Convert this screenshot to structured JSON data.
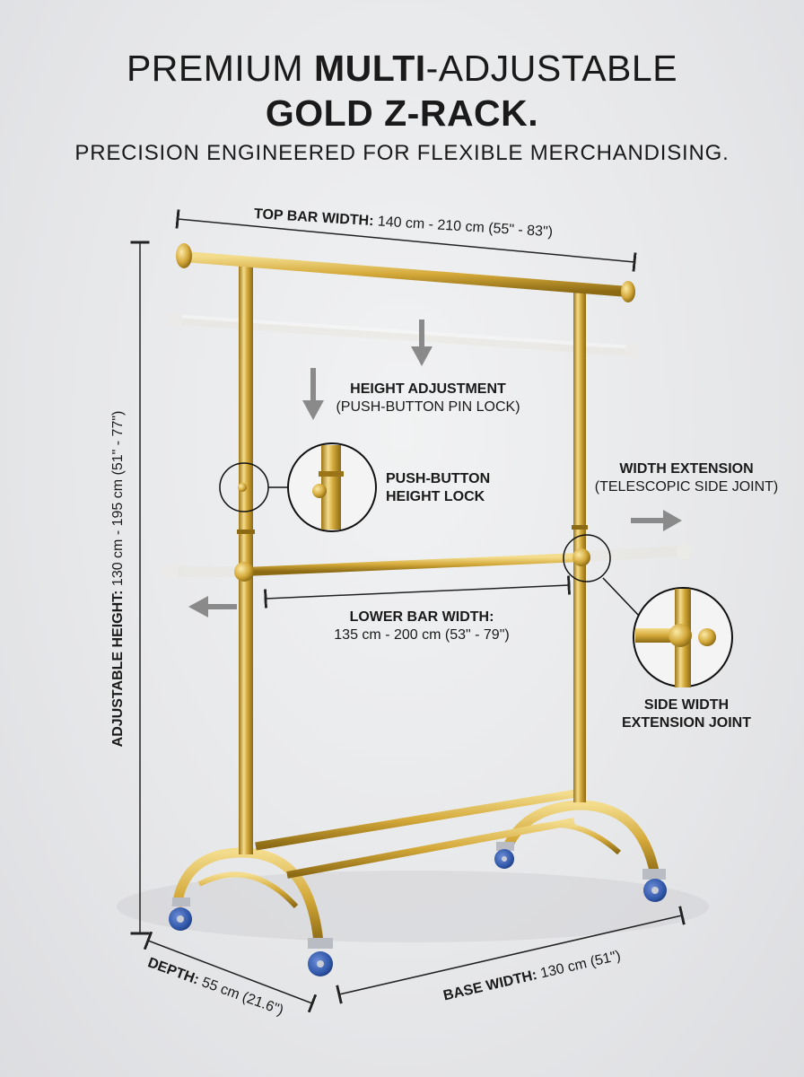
{
  "title": {
    "line1_prefix": "PREMIUM ",
    "line1_bold": "MULTI",
    "line1_suffix": "-ADJUSTABLE",
    "line2": "GOLD Z-RACK.",
    "subtitle": "PRECISION ENGINEERED FOR FLEXIBLE MERCHANDISING."
  },
  "labels": {
    "top_bar": {
      "name": "TOP BAR WIDTH:",
      "value": " 140 cm - 210 cm (55\" - 83\")"
    },
    "height_adjustment": {
      "title": "HEIGHT ADJUSTMENT",
      "sub": "(PUSH-BUTTON PIN LOCK)"
    },
    "push_button": {
      "line1": "PUSH-BUTTON",
      "line2": "HEIGHT LOCK"
    },
    "width_extension": {
      "title": "WIDTH EXTENSION",
      "sub": "(TELESCOPIC SIDE JOINT)"
    },
    "lower_bar": {
      "name": "LOWER BAR WIDTH:",
      "value": "135 cm - 200 cm (53\" - 79\")"
    },
    "side_joint": {
      "line1": "SIDE WIDTH",
      "line2": "EXTENSION JOINT"
    },
    "adjustable_height": {
      "name": "ADJUSTABLE HEIGHT:",
      "value": " 130 cm - 195 cm (51\" - 77\")"
    },
    "depth": {
      "name": "DEPTH:",
      "value": " 55 cm (21.6\")"
    },
    "base_width": {
      "name": "BASE WIDTH:",
      "value": " 130 cm (51\")"
    }
  },
  "colors": {
    "gold_light": "#f3dc8c",
    "gold_mid": "#d4a93a",
    "gold_dark": "#9a7417",
    "caster_blue": "#2f56a8",
    "text": "#1a1a1a",
    "arrow_grey": "#8a8a8a"
  },
  "icons": [
    "arrow-down-icon",
    "arrow-right-icon",
    "arrow-left-icon"
  ]
}
